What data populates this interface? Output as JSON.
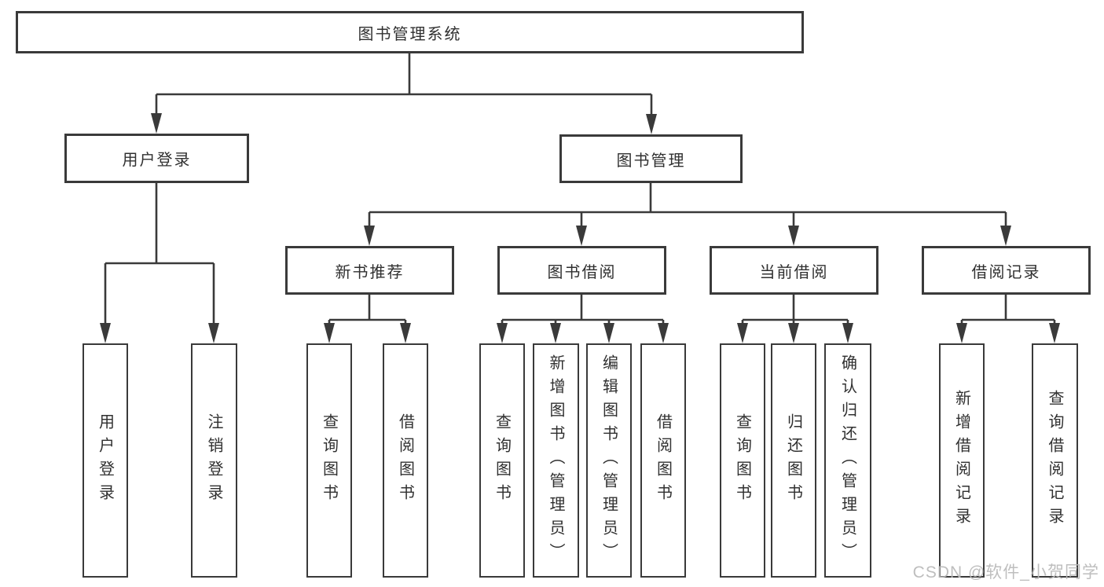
{
  "diagram": {
    "root": {
      "label": "图书管理系统"
    },
    "level2": {
      "user_login": {
        "label": "用户登录"
      },
      "book_management": {
        "label": "图书管理"
      }
    },
    "level3": {
      "new_book_recommend": {
        "label": "新书推荐"
      },
      "book_borrow": {
        "label": "图书借阅"
      },
      "current_borrow": {
        "label": "当前借阅"
      },
      "borrow_records": {
        "label": "借阅记录"
      }
    },
    "leaves": {
      "login": [
        "用户登录",
        "注销登录"
      ],
      "new_books": [
        "查询图书",
        "借阅图书"
      ],
      "borrow": [
        "查询图书",
        "新增图书（管理员）",
        "编辑图书（管理员）",
        "借阅图书"
      ],
      "current": [
        "查询图书",
        "归还图书",
        "确认归还（管理员）"
      ],
      "records": [
        "新增借阅记录",
        "查询借阅记录"
      ]
    }
  },
  "watermark": {
    "text": "CSDN @软件_小贺同学"
  },
  "colors": {
    "line": "#3a3a3a",
    "text": "#303030",
    "watermark": "#b9b9b9",
    "background": "#ffffff"
  }
}
